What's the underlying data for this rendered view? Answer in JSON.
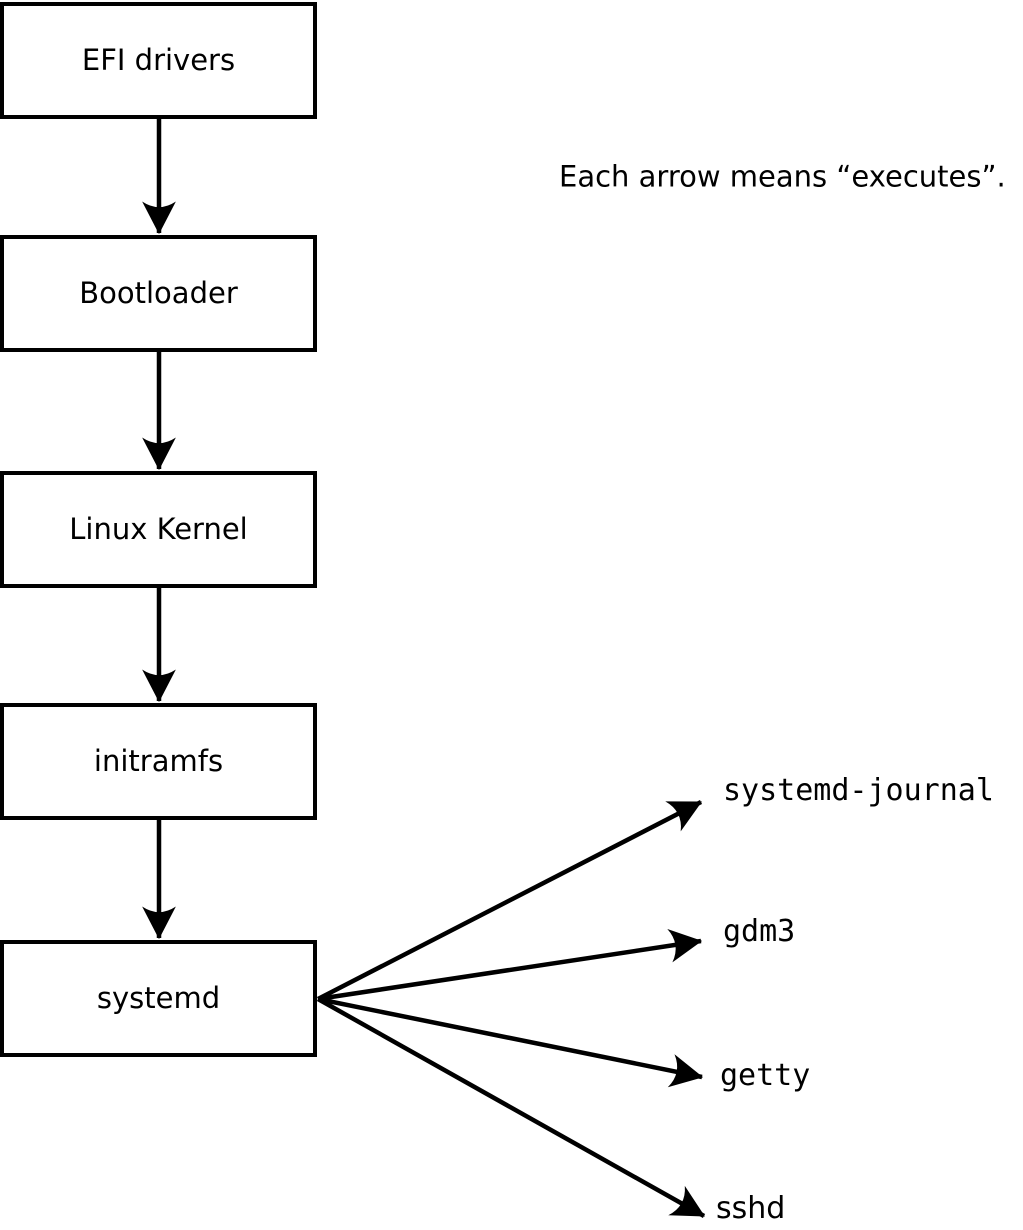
{
  "diagram": {
    "title_note": "Each arrow means “executes”.",
    "arrow_meaning": "executes",
    "colors": {
      "stroke": "#000000",
      "box_fill": "#ffffff",
      "background": "#ffffff",
      "text": "#000000"
    },
    "chain_nodes": [
      {
        "id": "efi-drivers",
        "label": "EFI drivers"
      },
      {
        "id": "bootloader",
        "label": "Bootloader"
      },
      {
        "id": "linux-kernel",
        "label": "Linux Kernel"
      },
      {
        "id": "initramfs",
        "label": "initramfs"
      },
      {
        "id": "systemd",
        "label": "systemd"
      }
    ],
    "leaf_nodes": [
      {
        "id": "systemd-journal",
        "label": "systemd-journal"
      },
      {
        "id": "gdm3",
        "label": "gdm3"
      },
      {
        "id": "getty",
        "label": "getty"
      },
      {
        "id": "sshd",
        "label": "sshd"
      }
    ],
    "edges": [
      {
        "from": "EFI drivers",
        "to": "Bootloader"
      },
      {
        "from": "Bootloader",
        "to": "Linux Kernel"
      },
      {
        "from": "Linux Kernel",
        "to": "initramfs"
      },
      {
        "from": "initramfs",
        "to": "systemd"
      },
      {
        "from": "systemd",
        "to": "systemd-journal"
      },
      {
        "from": "systemd",
        "to": "gdm3"
      },
      {
        "from": "systemd",
        "to": "getty"
      },
      {
        "from": "systemd",
        "to": "sshd"
      }
    ]
  }
}
